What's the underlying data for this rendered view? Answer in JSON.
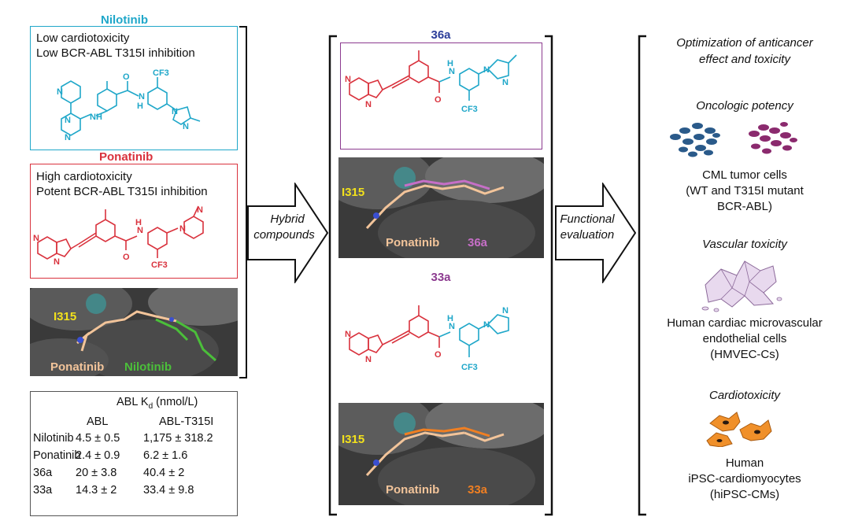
{
  "left": {
    "nilotinib": {
      "title": "Nilotinib",
      "line1": "Low cardiotoxicity",
      "line2": "Low BCR-ABL T315I inhibition",
      "cf3": "CF3"
    },
    "ponatinib": {
      "title": "Ponatinib",
      "line1": "High cardiotoxicity",
      "line2": "Potent BCR-ABL T315I inhibition",
      "cf3": "CF3"
    },
    "dock": {
      "residue": "I315",
      "label_a": "Ponatinib",
      "label_b": "Nilotinib"
    },
    "table": {
      "title": "ABL K",
      "title_sub": "d",
      "title_unit": "(nmol/L)",
      "columns": [
        "ABL",
        "ABL-T315I"
      ],
      "rows": [
        {
          "name": "Nilotinib",
          "abl": "4.5 ± 0.5",
          "t315i": "1,175 ± 318.2"
        },
        {
          "name": "Ponatinib",
          "abl": "2.4 ± 0.9",
          "t315i": "6.2 ± 1.6"
        },
        {
          "name": "36a",
          "abl": "20 ± 3.8",
          "t315i": "40.4 ± 2"
        },
        {
          "name": "33a",
          "abl": "14.3 ± 2",
          "t315i": "33.4 ± 9.8"
        }
      ]
    }
  },
  "arrow1": {
    "line1": "Hybrid",
    "line2": "compounds"
  },
  "middle": {
    "c36a": {
      "title": "36a",
      "cf3": "CF3"
    },
    "dock36": {
      "residue": "I315",
      "label_a": "Ponatinib",
      "label_b": "36a"
    },
    "c33a": {
      "title": "33a",
      "cf3": "CF3"
    },
    "dock33": {
      "residue": "I315",
      "label_a": "Ponatinib",
      "label_b": "33a"
    }
  },
  "arrow2": {
    "line1": "Functional",
    "line2": "evaluation"
  },
  "right": {
    "header1": "Optimization of anticancer",
    "header2": "effect and toxicity",
    "potency": {
      "title": "Oncologic potency",
      "line1": "CML tumor cells",
      "line2": "(WT and T315I mutant",
      "line3": "BCR-ABL)"
    },
    "vascular": {
      "title": "Vascular toxicity",
      "line1": "Human cardiac microvascular",
      "line2": "endothelial cells",
      "line3": "(HMVEC-Cs)"
    },
    "cardio": {
      "title": "Cardiotoxicity",
      "line1": "Human",
      "line2": "iPSC-cardiomyocytes",
      "line3": "(hiPSC-CMs)"
    }
  },
  "colors": {
    "nilotinib": "#1fa7c9",
    "ponatinib": "#d9323d",
    "c36a_title": "#2c3e9a",
    "c36a_box": "#8c3a8f",
    "c33a_title": "#8c3a8f",
    "dock_ponatinib": "#f2c49a",
    "dock_nilotinib": "#4bbf3a",
    "dock_36a": "#c66fc7",
    "dock_33a": "#f07f22",
    "residue": "#f2e11c"
  }
}
